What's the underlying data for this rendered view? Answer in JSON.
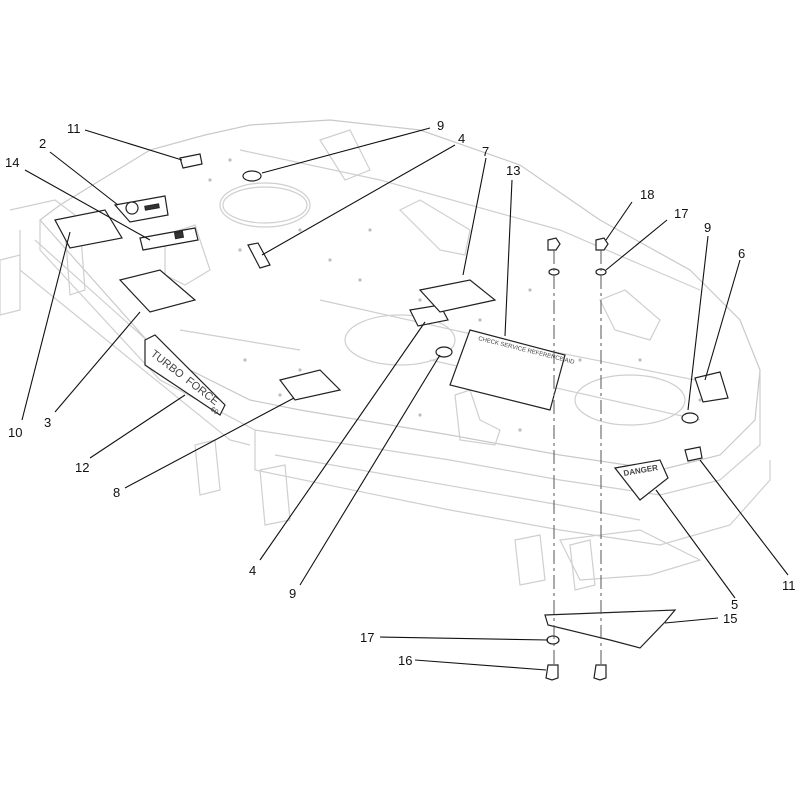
{
  "callouts": [
    {
      "id": "c2",
      "label": "2"
    },
    {
      "id": "c11a",
      "label": "11"
    },
    {
      "id": "c14",
      "label": "14"
    },
    {
      "id": "c9a",
      "label": "9"
    },
    {
      "id": "c4a",
      "label": "4"
    },
    {
      "id": "c7",
      "label": "7"
    },
    {
      "id": "c13",
      "label": "13"
    },
    {
      "id": "c18",
      "label": "18"
    },
    {
      "id": "c17a",
      "label": "17"
    },
    {
      "id": "c9b",
      "label": "9"
    },
    {
      "id": "c6",
      "label": "6"
    },
    {
      "id": "c10",
      "label": "10"
    },
    {
      "id": "c3",
      "label": "3"
    },
    {
      "id": "c12",
      "label": "12"
    },
    {
      "id": "c8",
      "label": "8"
    },
    {
      "id": "c4b",
      "label": "4"
    },
    {
      "id": "c9c",
      "label": "9"
    },
    {
      "id": "c5",
      "label": "5"
    },
    {
      "id": "c11b",
      "label": "11"
    },
    {
      "id": "c15",
      "label": "15"
    },
    {
      "id": "c17b",
      "label": "17"
    },
    {
      "id": "c16",
      "label": "16"
    }
  ],
  "decals": {
    "turbo": "TURBO",
    "force": "FORCE",
    "size": "60",
    "danger": "DANGER",
    "service": "CHECK SERVICE REFERENCE AID"
  }
}
